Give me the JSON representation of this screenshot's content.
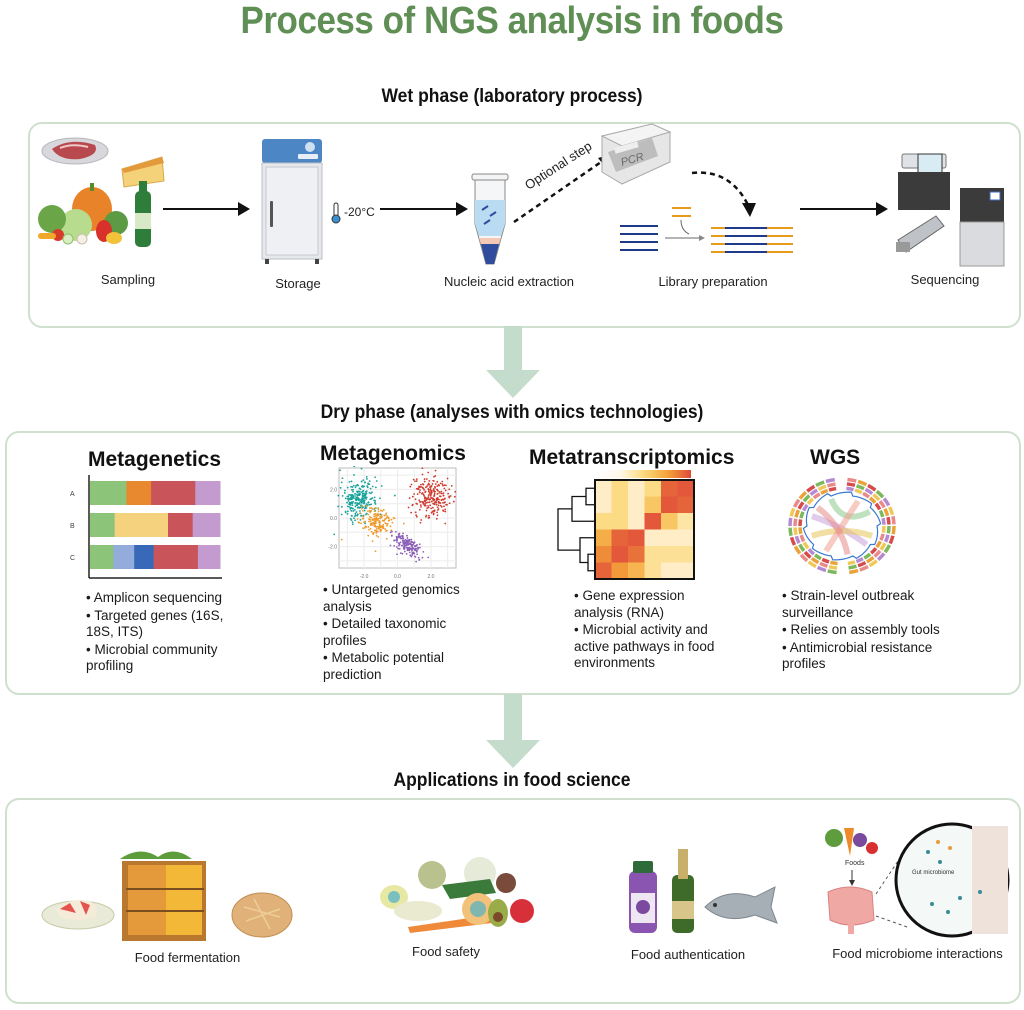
{
  "title": "Process of NGS analysis in foods",
  "colors": {
    "title_green": "#5f8f55",
    "panel_border": "#cfe0cf",
    "connector_arrow": "#c4dccb"
  },
  "wet_phase": {
    "heading": "Wet phase (laboratory process)",
    "steps": [
      {
        "label": "Sampling",
        "icon": "food-samples-icon"
      },
      {
        "label": "Storage",
        "icon": "freezer-icon"
      },
      {
        "label": "Nucleic acid extraction",
        "icon": "tube-icon"
      },
      {
        "label": "Library preparation",
        "icon": "dna-library-icon"
      },
      {
        "label": "Sequencing",
        "icon": "sequencer-icon"
      }
    ],
    "storage_temp": "-20°C",
    "optional_step_label": "Optional step",
    "pcr_label": "PCR"
  },
  "dry_phase": {
    "heading": "Dry phase (analyses with omics technologies)",
    "methods": [
      {
        "title": "Metagenetics",
        "bullets": [
          "Amplicon sequencing",
          "Targeted genes (16S, 18S, ITS)",
          "Microbial community profiling"
        ]
      },
      {
        "title": "Metagenomics",
        "bullets": [
          "Untargeted genomics analysis",
          "Detailed taxonomic profiles",
          "Metabolic potential prediction"
        ]
      },
      {
        "title": "Metatranscriptomics",
        "bullets": [
          "Gene expression analysis (RNA)",
          "Microbial activity and active pathways in food environments"
        ]
      },
      {
        "title": "WGS",
        "bullets": [
          "Strain-level outbreak surveillance",
          "Relies on assembly tools",
          "Antimicrobial resistance profiles"
        ]
      }
    ]
  },
  "applications": {
    "heading": "Applications in food science",
    "items": [
      {
        "label": "Food fermentation",
        "icon": "fermentation-icon"
      },
      {
        "label": "Food safety",
        "icon": "spoiled-food-icon"
      },
      {
        "label": "Food authentication",
        "icon": "bottles-fish-icon"
      },
      {
        "label": "Food microbiome interactions",
        "icon": "gut-microbiome-icon"
      }
    ],
    "foods_label": "Foods",
    "gut_label": "Gut microbiome"
  },
  "chart_data": [
    {
      "type": "bar",
      "title": "Metagenetics (stacked relative abundance)",
      "orientation": "horizontal-stacked",
      "categories": [
        "A",
        "B",
        "C"
      ],
      "series": [
        {
          "name": "green",
          "color": "#8cc47a",
          "values": [
            0.28,
            0.19,
            0.18
          ]
        },
        {
          "name": "orange",
          "color": "#e8892f",
          "values": [
            0.19,
            0.0,
            0.0
          ]
        },
        {
          "name": "yellow",
          "color": "#f5d27e",
          "values": [
            0.0,
            0.41,
            0.0
          ]
        },
        {
          "name": "light-blue",
          "color": "#93acdb",
          "values": [
            0.0,
            0.0,
            0.16
          ]
        },
        {
          "name": "blue",
          "color": "#3868b8",
          "values": [
            0.0,
            0.0,
            0.15
          ]
        },
        {
          "name": "red",
          "color": "#c9545a",
          "values": [
            0.34,
            0.19,
            0.34
          ]
        },
        {
          "name": "purple",
          "color": "#c39bce",
          "values": [
            0.19,
            0.21,
            0.17
          ]
        }
      ],
      "xlim": [
        0,
        1
      ]
    },
    {
      "type": "scatter",
      "title": "Metagenomics clusters",
      "xticks": [
        "-2.0",
        "0.0",
        "2.0"
      ],
      "yticks": [
        "2.0",
        "0.0",
        "-2.0"
      ],
      "xlim": [
        -3.5,
        3.5
      ],
      "ylim": [
        -3.5,
        3.5
      ],
      "grid": true,
      "clusters": [
        {
          "name": "teal",
          "color": "#17a39a",
          "center": [
            -2.3,
            1.3
          ],
          "spread": [
            0.55,
            0.7
          ],
          "n": 260
        },
        {
          "name": "orange",
          "color": "#ee9a2a",
          "center": [
            -1.2,
            -0.3
          ],
          "spread": [
            0.5,
            0.5
          ],
          "n": 180
        },
        {
          "name": "purple",
          "color": "#8c5fb8",
          "center": [
            0.6,
            -1.9
          ],
          "spread": [
            0.55,
            0.5
          ],
          "n": 170
        },
        {
          "name": "red",
          "color": "#cf3a2e",
          "center": [
            2.0,
            1.5
          ],
          "spread": [
            0.55,
            0.7
          ],
          "n": 240
        }
      ]
    },
    {
      "type": "heatmap",
      "title": "Metatranscriptomics expression heatmap",
      "rows": 6,
      "cols": 6,
      "values": [
        [
          0.1,
          0.3,
          0.1,
          0.3,
          0.9,
          0.95
        ],
        [
          0.1,
          0.3,
          0.1,
          0.45,
          0.95,
          0.9
        ],
        [
          0.3,
          0.3,
          0.1,
          0.95,
          0.45,
          0.2
        ],
        [
          0.6,
          0.9,
          0.95,
          0.1,
          0.1,
          0.1
        ],
        [
          0.75,
          0.95,
          0.85,
          0.25,
          0.25,
          0.25
        ],
        [
          0.9,
          0.7,
          0.55,
          0.25,
          0.1,
          0.1
        ]
      ],
      "colorscale": [
        "#fff6e6",
        "#fbd97a",
        "#f4a23a",
        "#e04a3a"
      ],
      "colorbar": "top",
      "row_dendrogram": true
    }
  ]
}
